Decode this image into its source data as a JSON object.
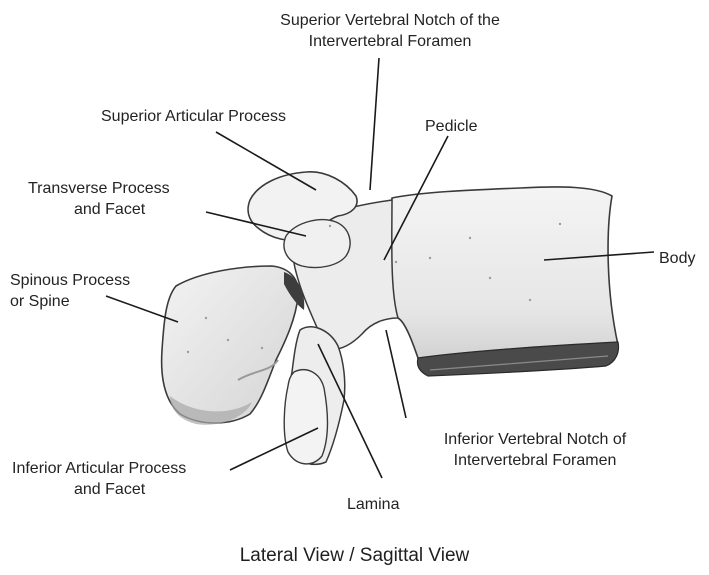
{
  "labels": {
    "superior_vertebral_notch": [
      "Superior Vertebral Notch of the",
      "Intervertebral Foramen"
    ],
    "superior_articular_process": "Superior Articular Process",
    "pedicle": "Pedicle",
    "transverse_process": [
      "Transverse Process",
      "and Facet"
    ],
    "body": "Body",
    "spinous_process": [
      "Spinous Process",
      "or Spine"
    ],
    "inferior_vertebral_notch": [
      "Inferior Vertebral Notch of",
      "Intervertebral Foramen"
    ],
    "inferior_articular_process": [
      "Inferior Articular Process",
      "and Facet"
    ],
    "lamina": "Lamina"
  },
  "caption": "Lateral View / Sagittal View",
  "colors": {
    "bone_fill": "#ededed",
    "bone_shadow": "#b5b5b5",
    "bone_outline": "#3a3a3a",
    "leader_line": "#1a1a1a"
  }
}
